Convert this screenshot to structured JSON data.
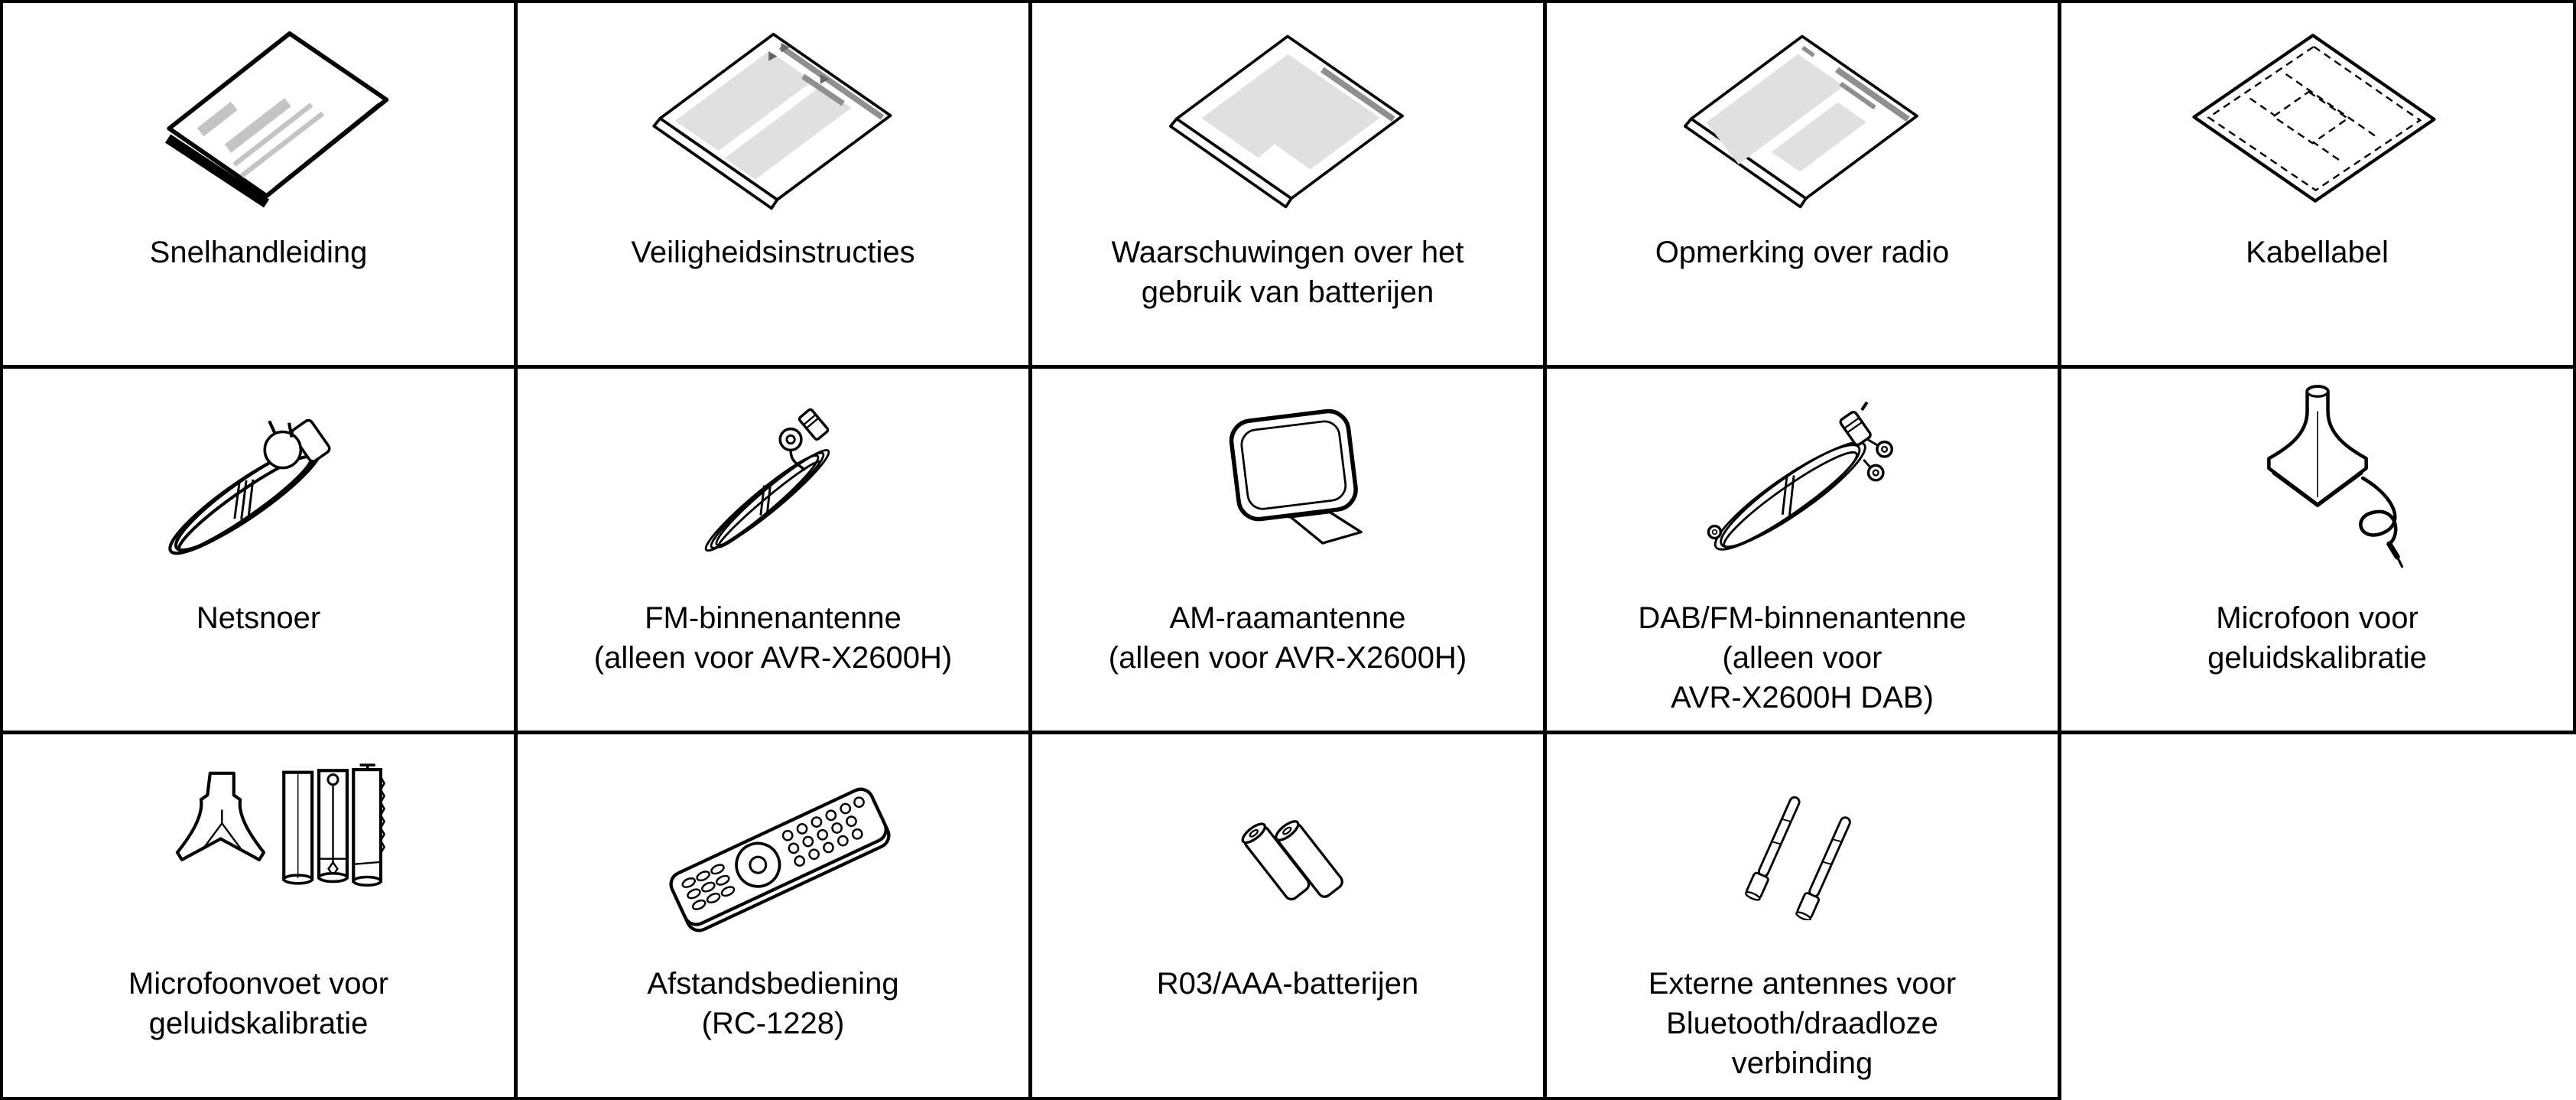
{
  "colors": {
    "line": "#000000",
    "panel_gray": "#e0e0e0",
    "stripe_gray": "#8f8f8f"
  },
  "grid": {
    "rows": [
      {
        "cells": [
          {
            "label": "Snelhandleiding"
          },
          {
            "label": "Veiligheidsinstructies"
          },
          {
            "label": "Waarschuwingen over het\ngebruik van batterijen"
          },
          {
            "label": "Opmerking over radio"
          },
          {
            "label": "Kabellabel"
          }
        ]
      },
      {
        "cells": [
          {
            "label": "Netsnoer"
          },
          {
            "label": "FM-binnenantenne\n(alleen voor AVR-X2600H)"
          },
          {
            "label": "AM-raamantenne\n(alleen voor AVR-X2600H)"
          },
          {
            "label": "DAB/FM-binnenantenne\n(alleen voor\nAVR-X2600H DAB)"
          },
          {
            "label": "Microfoon voor\ngeluidskalibratie"
          }
        ]
      },
      {
        "cells": [
          {
            "label": "Microfoonvoet voor\ngeluidskalibratie"
          },
          {
            "label": "Afstandsbediening\n(RC-1228)"
          },
          {
            "label": "R03/AAA-batterijen"
          },
          {
            "label": "Externe antennes voor\nBluetooth/draadloze\nverbinding"
          },
          {
            "label": ""
          }
        ]
      }
    ]
  }
}
